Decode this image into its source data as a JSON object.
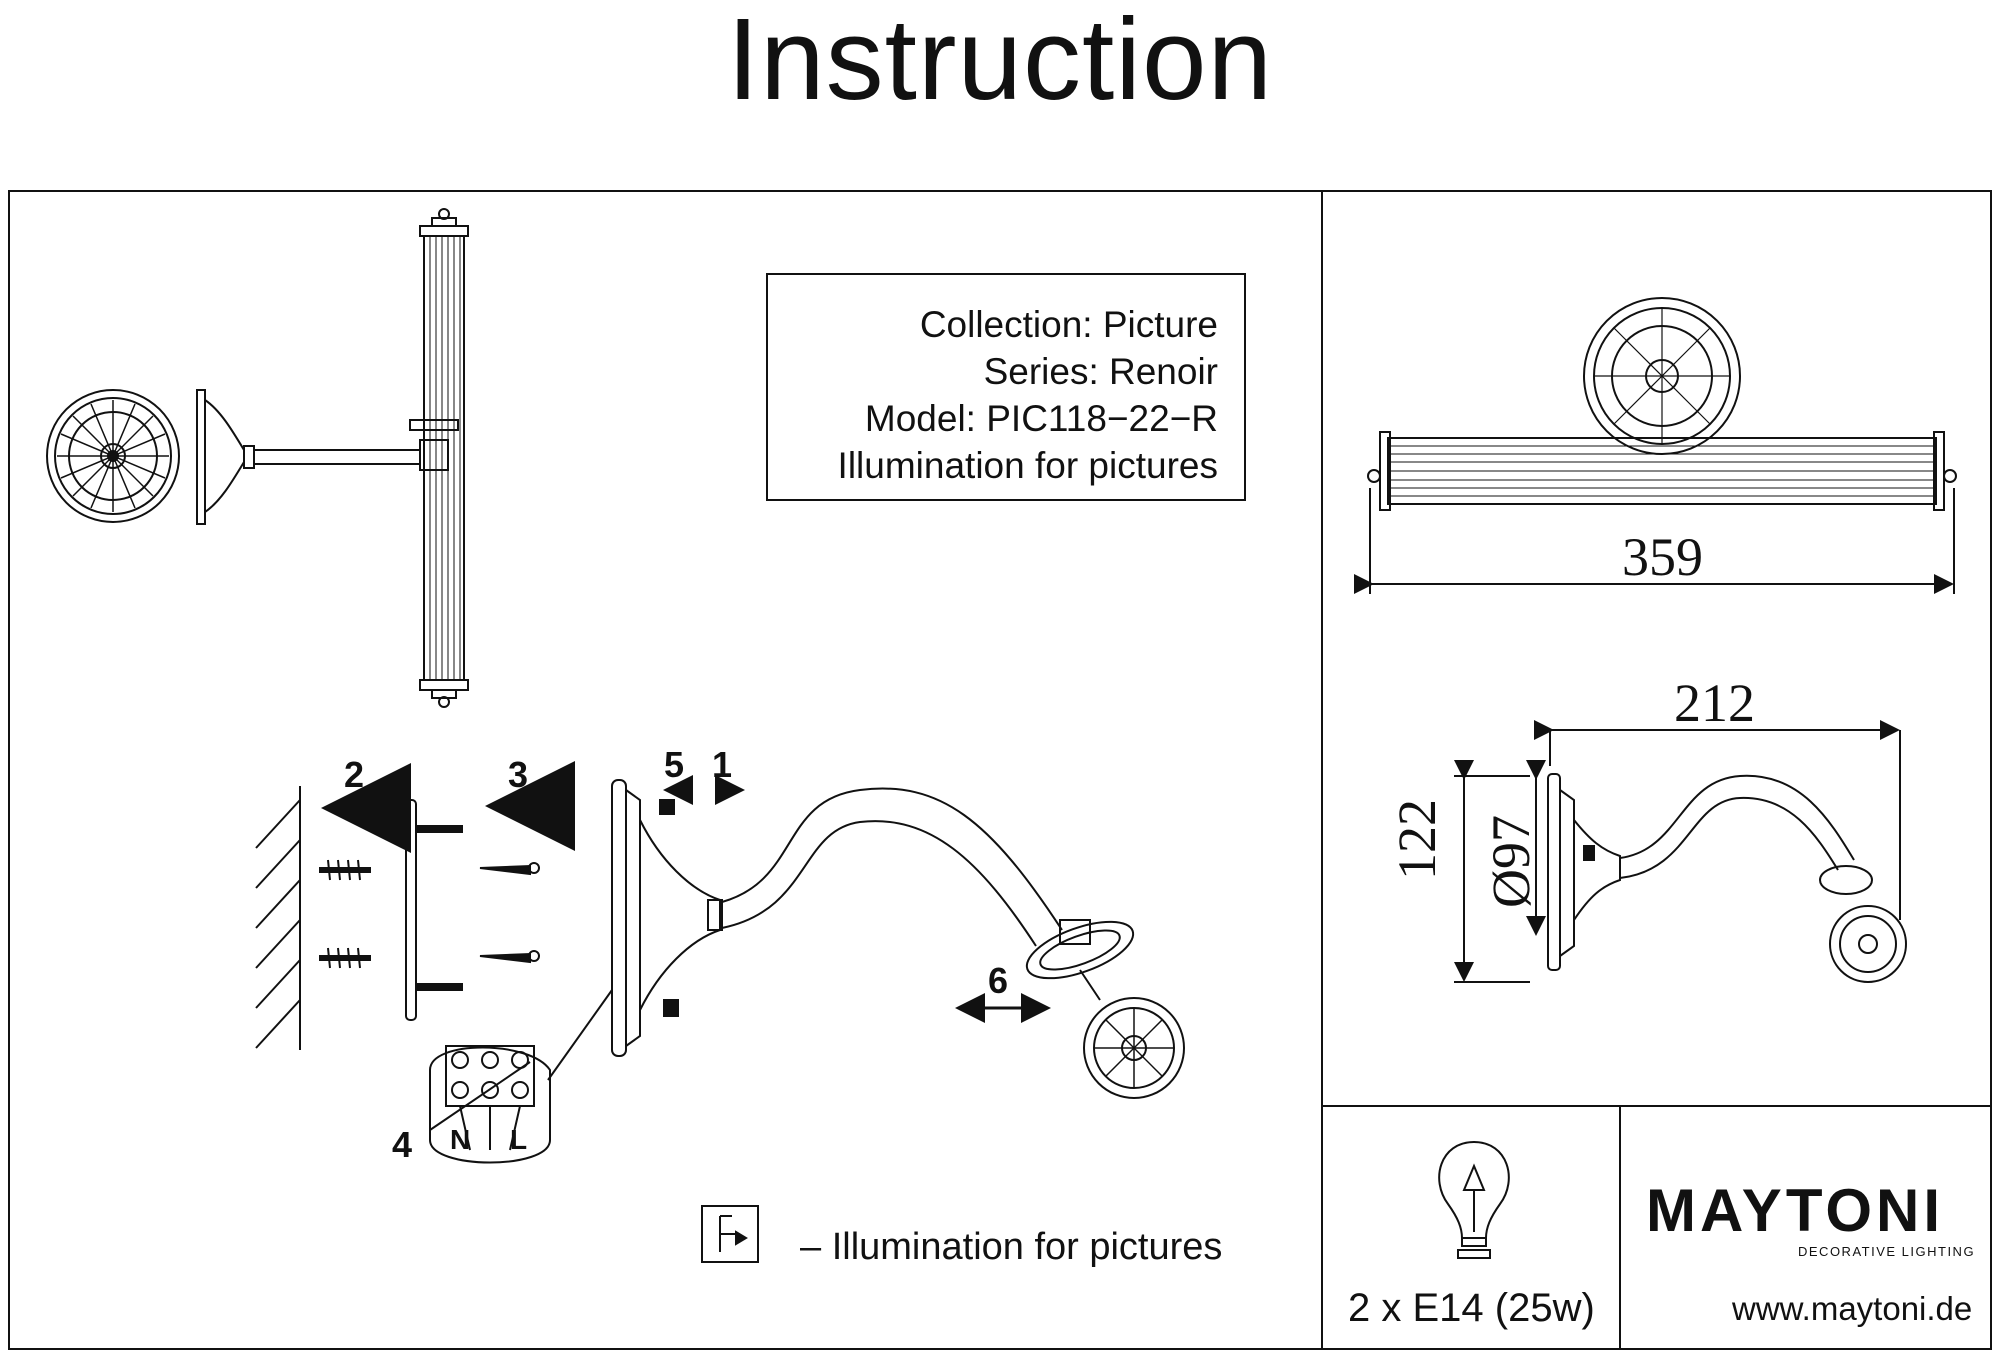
{
  "title": "Instruction",
  "info": {
    "collection": "Collection: Picture",
    "series": "Series: Renoir",
    "model": "Model: PIC118−22−R",
    "purpose": "Illumination for pictures"
  },
  "dimensions": {
    "width": "359",
    "depth": "212",
    "height": "122",
    "base_diameter": "Ø97"
  },
  "steps": [
    "1",
    "2",
    "3",
    "4",
    "5",
    "6"
  ],
  "wiring": {
    "neutral": "N",
    "live": "L"
  },
  "legend": {
    "icon": "picture-light-icon",
    "text": "– Illumination for pictures"
  },
  "bulb": {
    "icon": "bulb-icon",
    "spec": "2 x E14 (25w)"
  },
  "brand": {
    "name": "MAYTONI",
    "tagline": "DECORATIVE LIGHTING",
    "url": "www.maytoni.de"
  }
}
